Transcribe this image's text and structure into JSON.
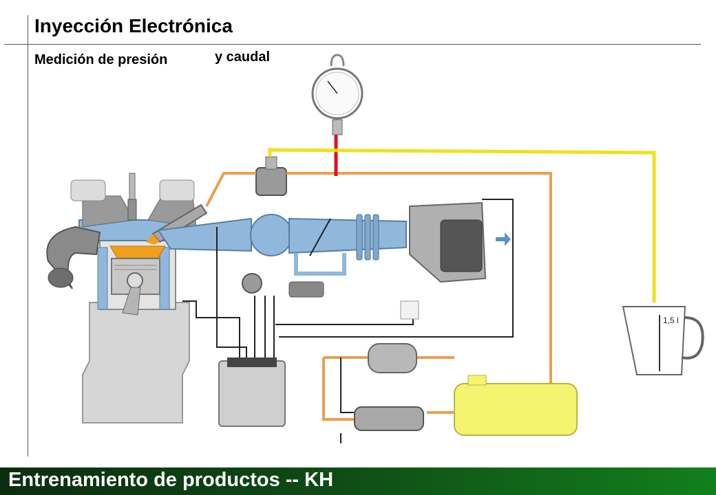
{
  "header": {
    "title": "Inyección Electrónica",
    "subtitle_part1": "Medición de presión",
    "subtitle_part2": "y caudal"
  },
  "diagram": {
    "beaker_label": "1,5 l",
    "colors": {
      "water_jacket": "#8fb8dc",
      "engine_body": "#d2d2d2",
      "fuel_line": "#e8a050",
      "return_line": "#f0e020",
      "pressure_line": "#e01020",
      "tank": "#f4f470",
      "wiring": "#222222",
      "combustion": "#f0a020"
    }
  },
  "footer": {
    "text": "Entrenamiento de productos -- KH"
  }
}
